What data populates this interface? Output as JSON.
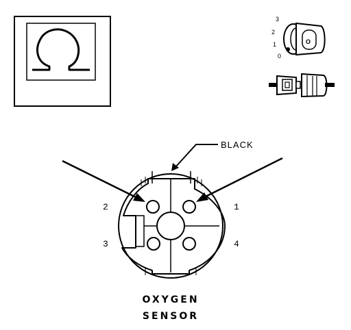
{
  "ohmmeter": {
    "symbol": "Ω",
    "icon": "ohm-icon"
  },
  "ignition": {
    "positions": [
      "3",
      "2",
      "1",
      "0"
    ],
    "key_label": "O",
    "icon": "ignition-key-icon"
  },
  "connector_disconnect": {
    "icon": "disconnect-connector-icon"
  },
  "callout": {
    "wire_color": "BLACK"
  },
  "pins": {
    "p1": "1",
    "p2": "2",
    "p3": "3",
    "p4": "4"
  },
  "component": {
    "line1": "OXYGEN",
    "line2": "SENSOR"
  }
}
